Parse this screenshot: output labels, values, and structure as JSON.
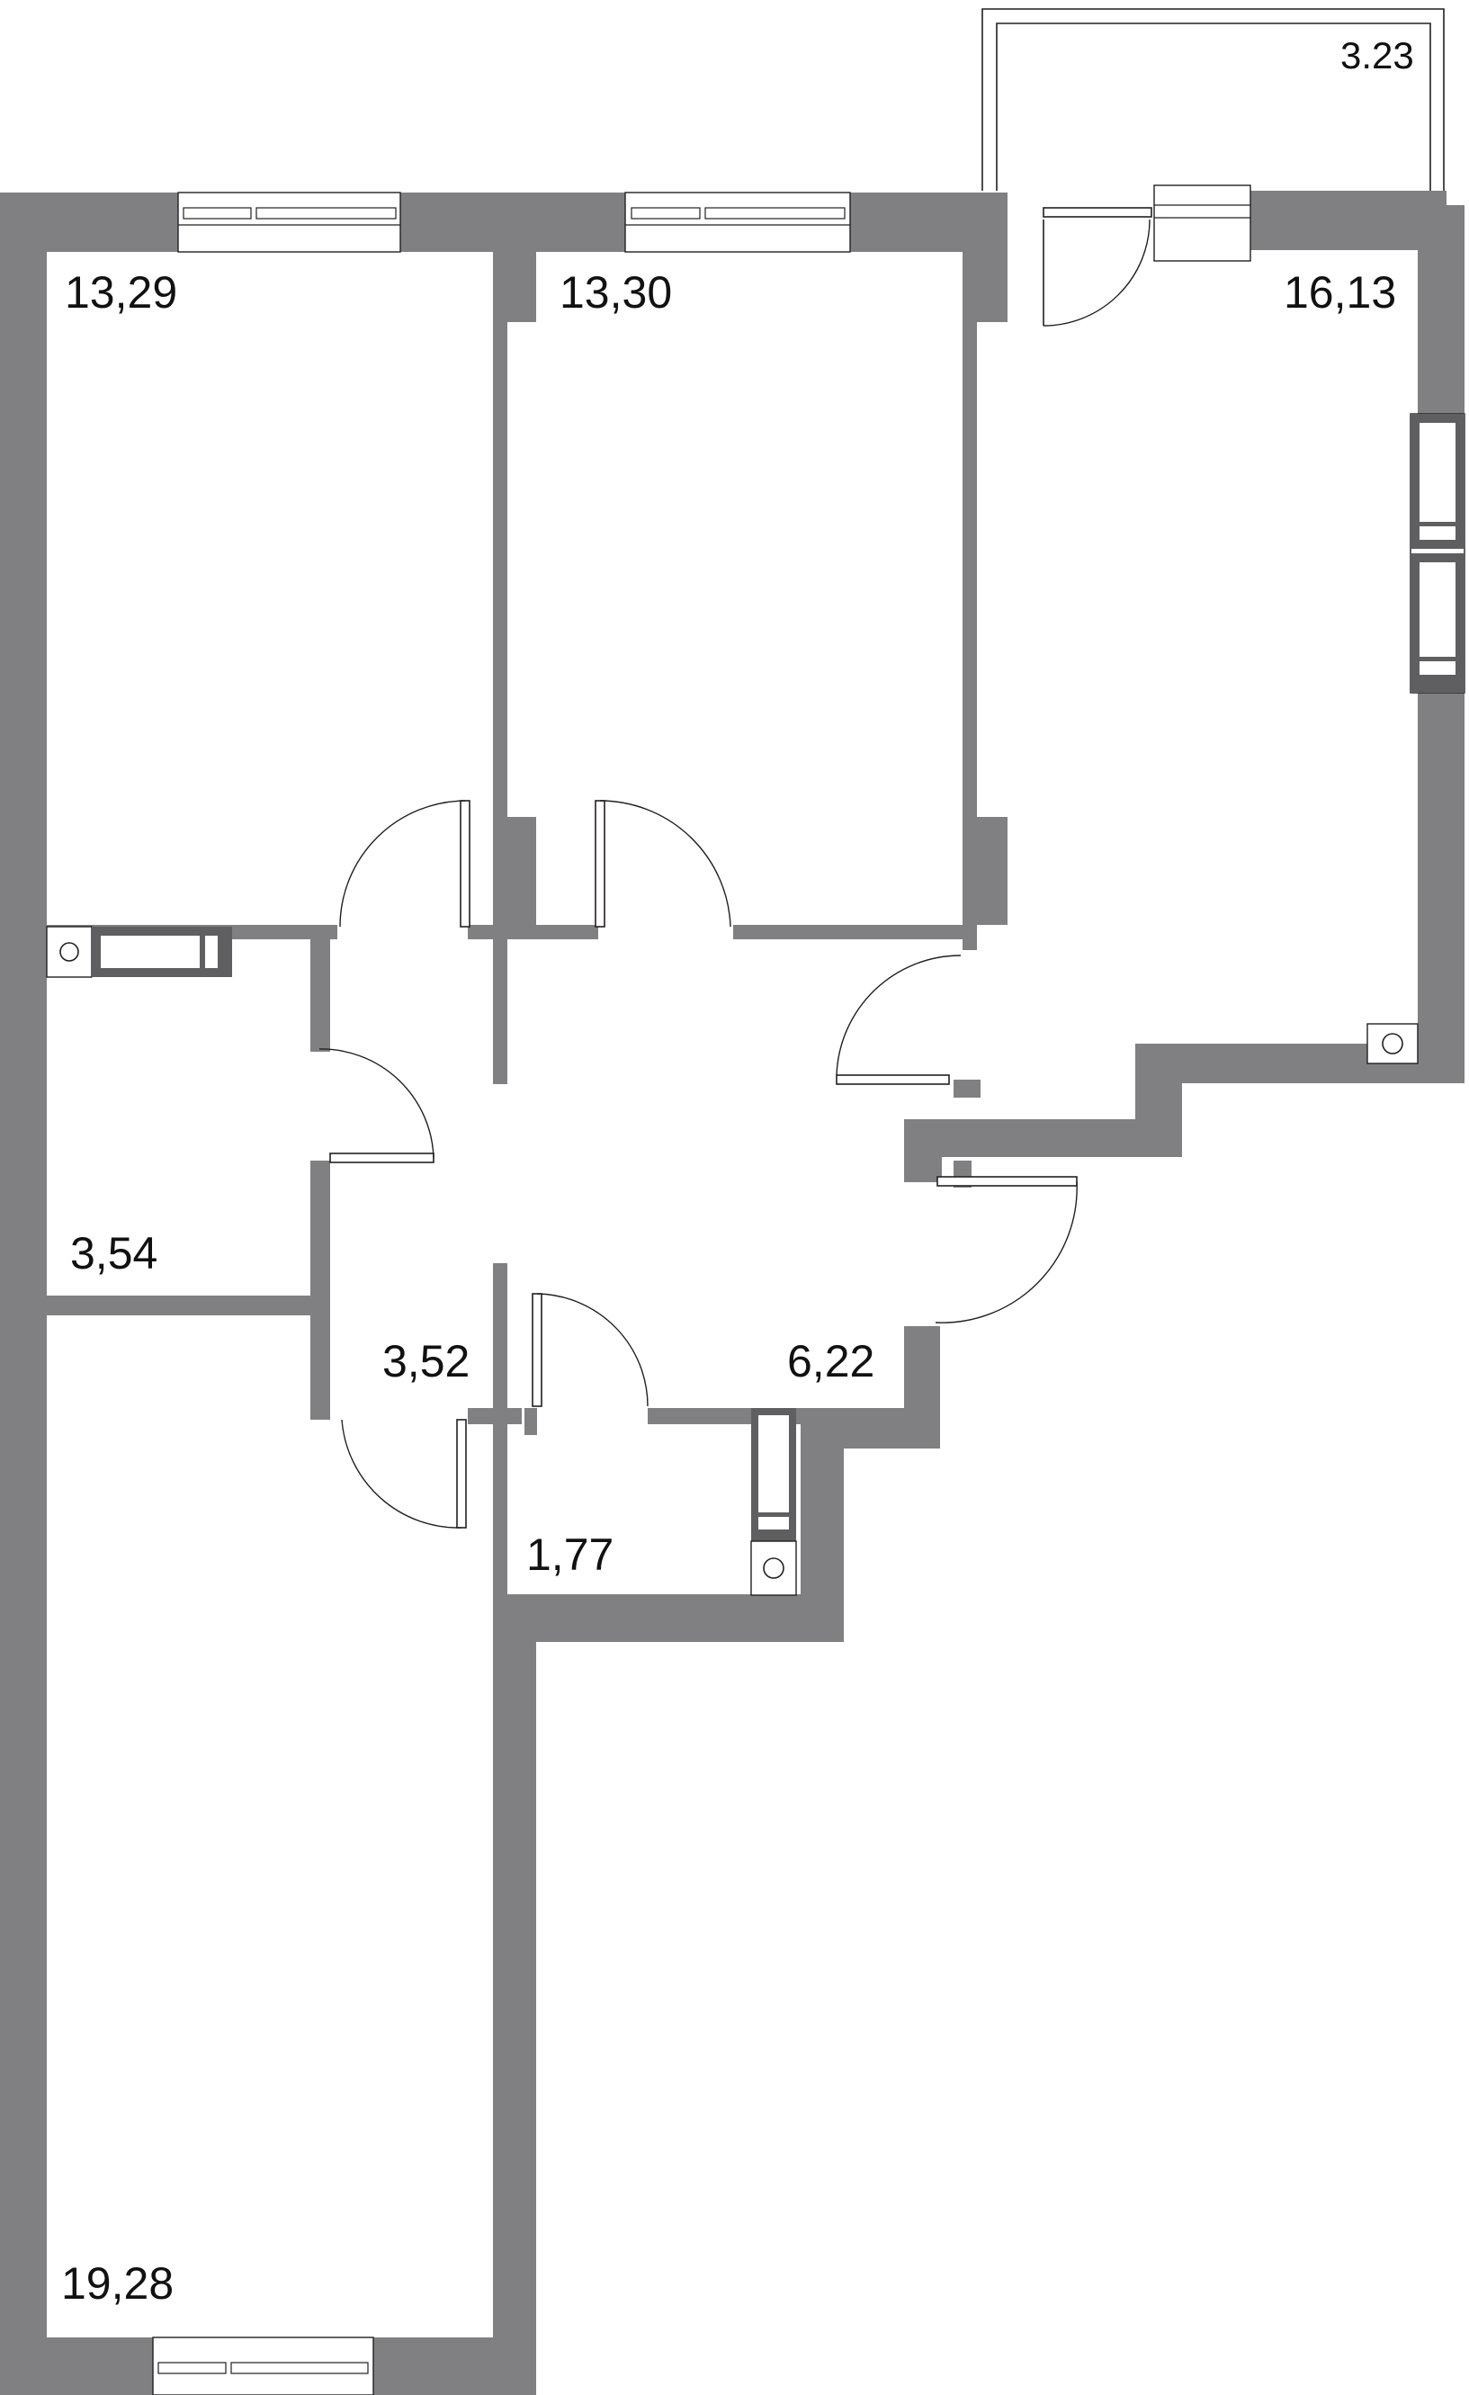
{
  "floor_plan": {
    "rooms": [
      {
        "id": "bedroom-top-left",
        "area": "13,29"
      },
      {
        "id": "bedroom-top-middle",
        "area": "13,30"
      },
      {
        "id": "living-room",
        "area": "16,13"
      },
      {
        "id": "balcony",
        "area": "3.23"
      },
      {
        "id": "bathroom",
        "area": "3,54"
      },
      {
        "id": "toilet",
        "area": "3,52"
      },
      {
        "id": "wc",
        "area": "1,77"
      },
      {
        "id": "hallway",
        "area": "6,22"
      },
      {
        "id": "bedroom-bottom",
        "area": "19,28"
      }
    ],
    "colors": {
      "wall": "#808083",
      "fixture": "#5f5f62",
      "line": "#231f20",
      "background": "#ffffff"
    }
  }
}
